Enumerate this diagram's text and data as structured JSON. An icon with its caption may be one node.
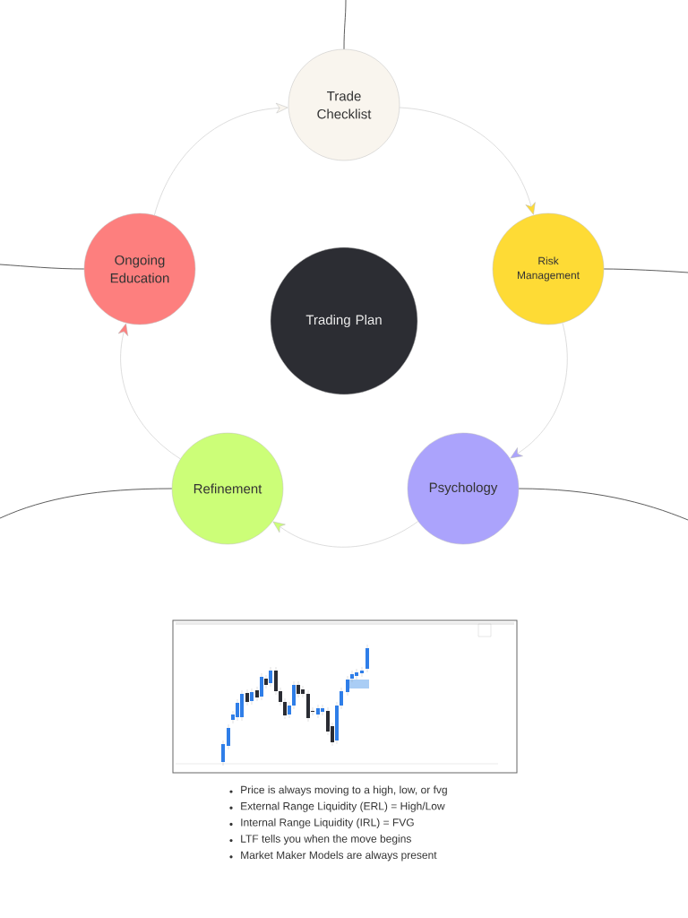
{
  "diagram": {
    "nodes": [
      {
        "text": [
          "Trade Checklist"
        ]
      },
      {
        "text": [
          "Ongoing Education"
        ]
      },
      {
        "text": [
          "Risk Management"
        ]
      },
      {
        "text": [
          "Trading Plan"
        ]
      },
      {
        "text": [
          "Refinement"
        ]
      },
      {
        "text": [
          "Psychology"
        ]
      }
    ],
    "edges": [
      {
        "from": 0,
        "to": 2,
        "arrow": "to"
      },
      {
        "from": 2,
        "to": 5,
        "arrow": "to"
      },
      {
        "from": 5,
        "to": 4,
        "arrow": "to"
      },
      {
        "from": 4,
        "to": 1,
        "arrow": "to"
      },
      {
        "from": 1,
        "to": 0,
        "arrow": "to"
      },
      {
        "from": 0,
        "to": null,
        "arrow": "none",
        "color": "#333333"
      },
      {
        "from": 1,
        "to": null,
        "arrow": "none",
        "color": "#333333"
      },
      {
        "from": 2,
        "to": null,
        "arrow": "none",
        "color": "#333333"
      },
      {
        "from": 4,
        "to": null,
        "arrow": "none",
        "color": "#333333"
      },
      {
        "from": 5,
        "to": null,
        "arrow": "none",
        "color": "#333333"
      }
    ],
    "labels": [
      "Price is always moving to a high, low, or fvg",
      "External Range Liquidity (ERL) = High/Low",
      "Internal Range Liquidity (IRL) = FVG",
      "LTF tells you when the move begins",
      "Market Maker Models are always present"
    ]
  }
}
